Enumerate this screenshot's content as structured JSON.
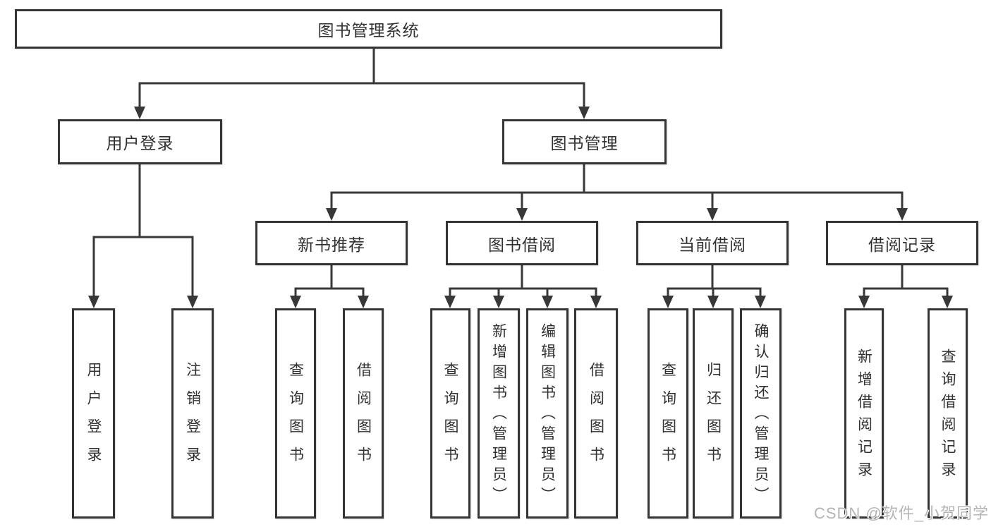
{
  "nodes": {
    "root": "图书管理系统",
    "user_login": "用户登录",
    "book_mgmt": "图书管理",
    "new_book": "新书推荐",
    "book_borrow": "图书借阅",
    "current_borrow": "当前借阅",
    "borrow_record": "借阅记录",
    "leaf_user_login": "用户登录",
    "leaf_logout": "注销登录",
    "leaf_nb_query": "查询图书",
    "leaf_nb_borrow": "借阅图书",
    "leaf_bb_query": "查询图书",
    "leaf_bb_add": "新增图书（管理员）",
    "leaf_bb_edit": "编辑图书（管理员）",
    "leaf_bb_borrow": "借阅图书",
    "leaf_cb_query": "查询图书",
    "leaf_cb_return": "归还图书",
    "leaf_cb_confirm": "确认归还（管理员）",
    "leaf_br_add": "新增借阅记录",
    "leaf_br_query": "查询借阅记录"
  },
  "watermark": "CSDN @软件_小贺同学",
  "colors": {
    "line": "#383838",
    "box_border": "#353535",
    "text": "#303030",
    "watermark": "#b5b5b5",
    "background": "#ffffff"
  }
}
